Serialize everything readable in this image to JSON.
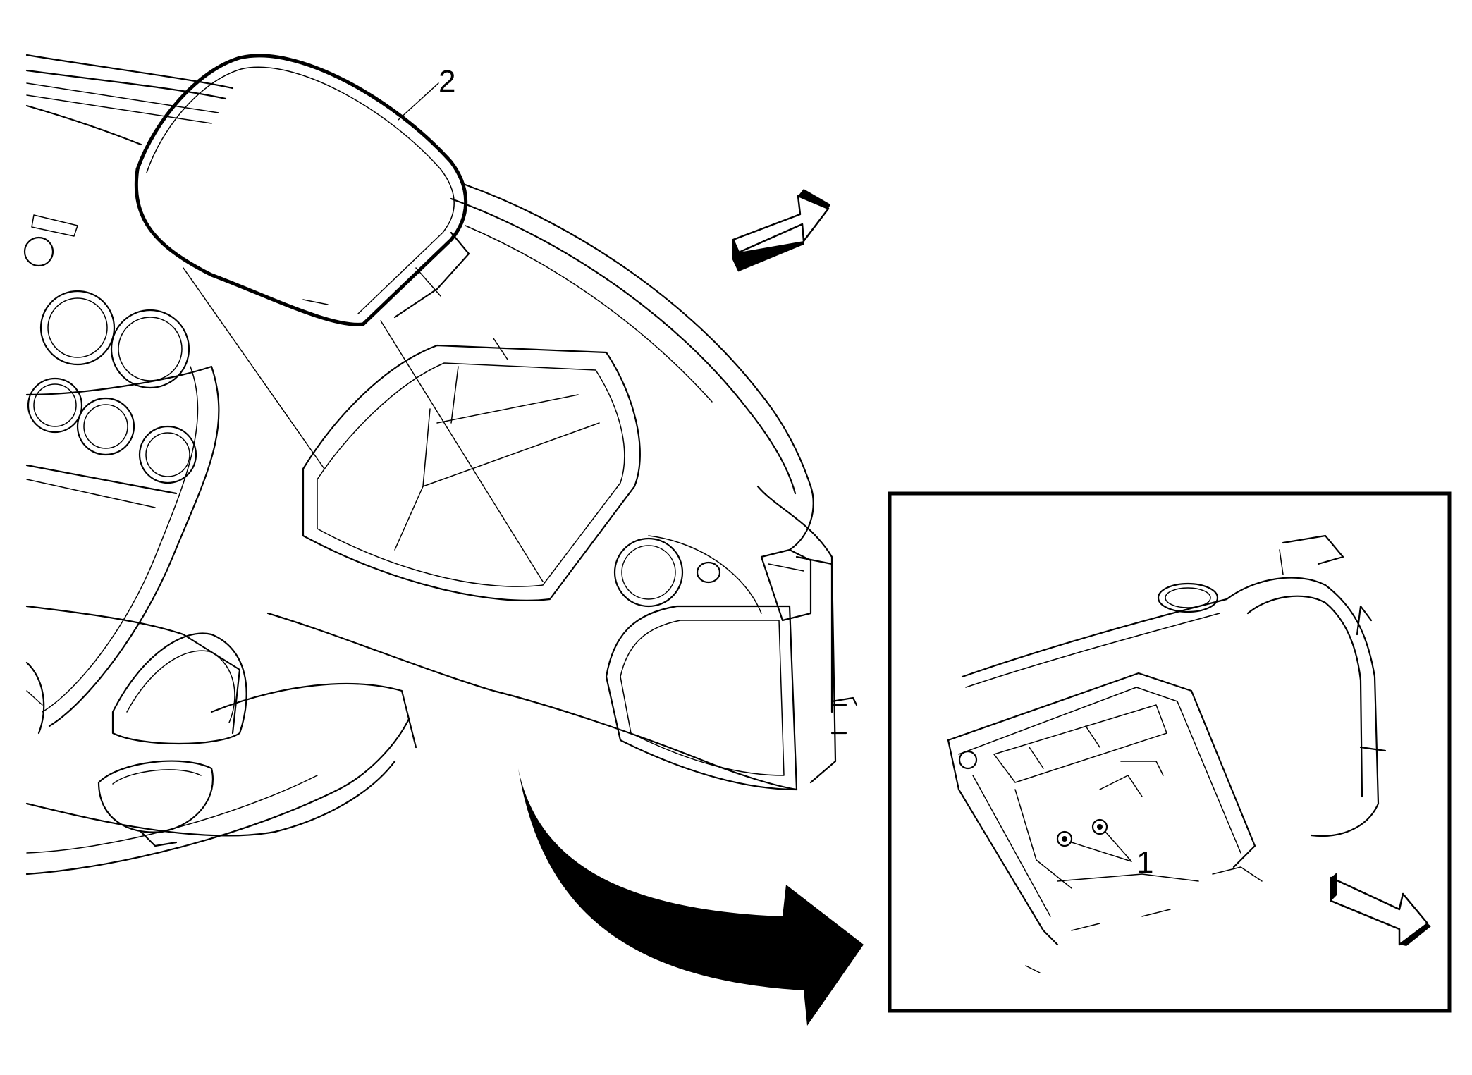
{
  "callouts": [
    {
      "id": "airbag-module",
      "label": "2"
    },
    {
      "id": "fasteners",
      "label": "1"
    }
  ]
}
